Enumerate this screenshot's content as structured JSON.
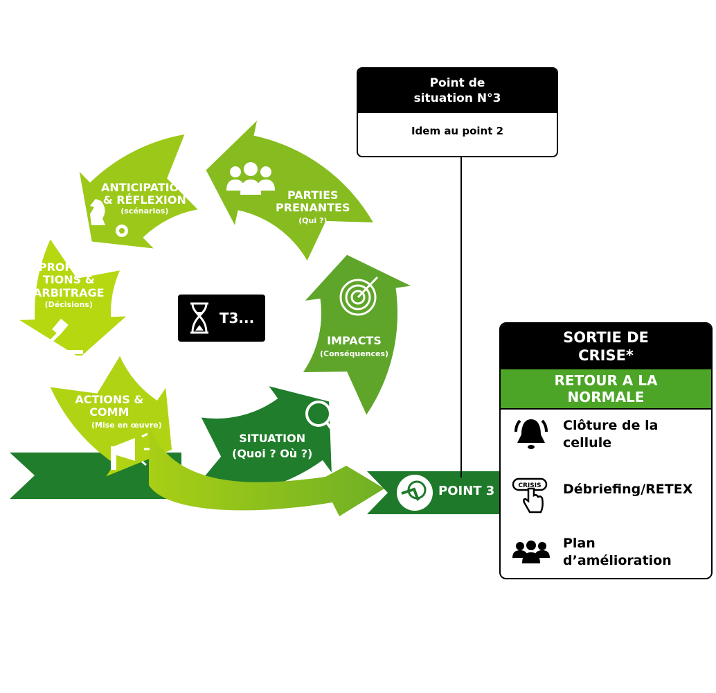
{
  "cycle": {
    "center_label": "T3...",
    "segments": [
      {
        "title": "SITUATION",
        "subtitle": "(Quoi ? Où ?)",
        "color": "#1f7d2b",
        "icon": "magnifier-icon"
      },
      {
        "title": "IMPACTS",
        "subtitle": "(Conséquences)",
        "color": "#5fa52a",
        "icon": "target-icon"
      },
      {
        "title": "PARTIES PRENANTES",
        "subtitle": "(Qui ?)",
        "color": "#86bc1f",
        "icon": "people-icon"
      },
      {
        "title": "ANTICIPATION & RÉFLEXION",
        "subtitle": "(scénarios)",
        "color": "#9cc81a",
        "icon": "chess-knight-gear-icon"
      },
      {
        "title": "PROPOSI- TIONS & ARBITRAGE",
        "subtitle": "(Décisions)",
        "color": "#b5d811",
        "icon": "gavel-icon"
      },
      {
        "title": "ACTIONS & COMM",
        "subtitle": "(Mise en œuvre)",
        "color": "#b0d413",
        "icon": "megaphone-icon"
      }
    ],
    "title_lines": {
      "situation": [
        "SITUATION",
        "(Quoi ? Où ?)"
      ],
      "impacts": [
        "IMPACTS"
      ],
      "parties": [
        "PARTIES",
        "PRENANTES"
      ],
      "anticipation": [
        "ANTICIPATION",
        "& RÉFLEXION"
      ],
      "propositions": [
        "PROPOSI-",
        "TIONS &",
        "ARBITRAGE"
      ],
      "actions": [
        "ACTIONS &",
        "COMM"
      ]
    }
  },
  "point": {
    "label": "POINT 3",
    "icon": "hand-clock-icon",
    "color": "#1e7a2a"
  },
  "callout": {
    "title_line1": "Point de",
    "title_line2": "situation N°3",
    "body": "Idem au point 2"
  },
  "exit": {
    "title_line1": "SORTIE DE",
    "title_line2": "CRISE*",
    "subtitle_line1": "RETOUR A LA",
    "subtitle_line2": "NORMALE",
    "accent": "#4ca526",
    "items": [
      {
        "line1": "Clôture de la",
        "line2": "cellule",
        "icon": "bell-icon"
      },
      {
        "line1": "Débriefing/RETEX",
        "line2": "",
        "icon": "crisis-button-icon",
        "icon_text": "CRISIS"
      },
      {
        "line1": "Plan",
        "line2": "d’amélioration",
        "icon": "people-icon"
      }
    ]
  }
}
